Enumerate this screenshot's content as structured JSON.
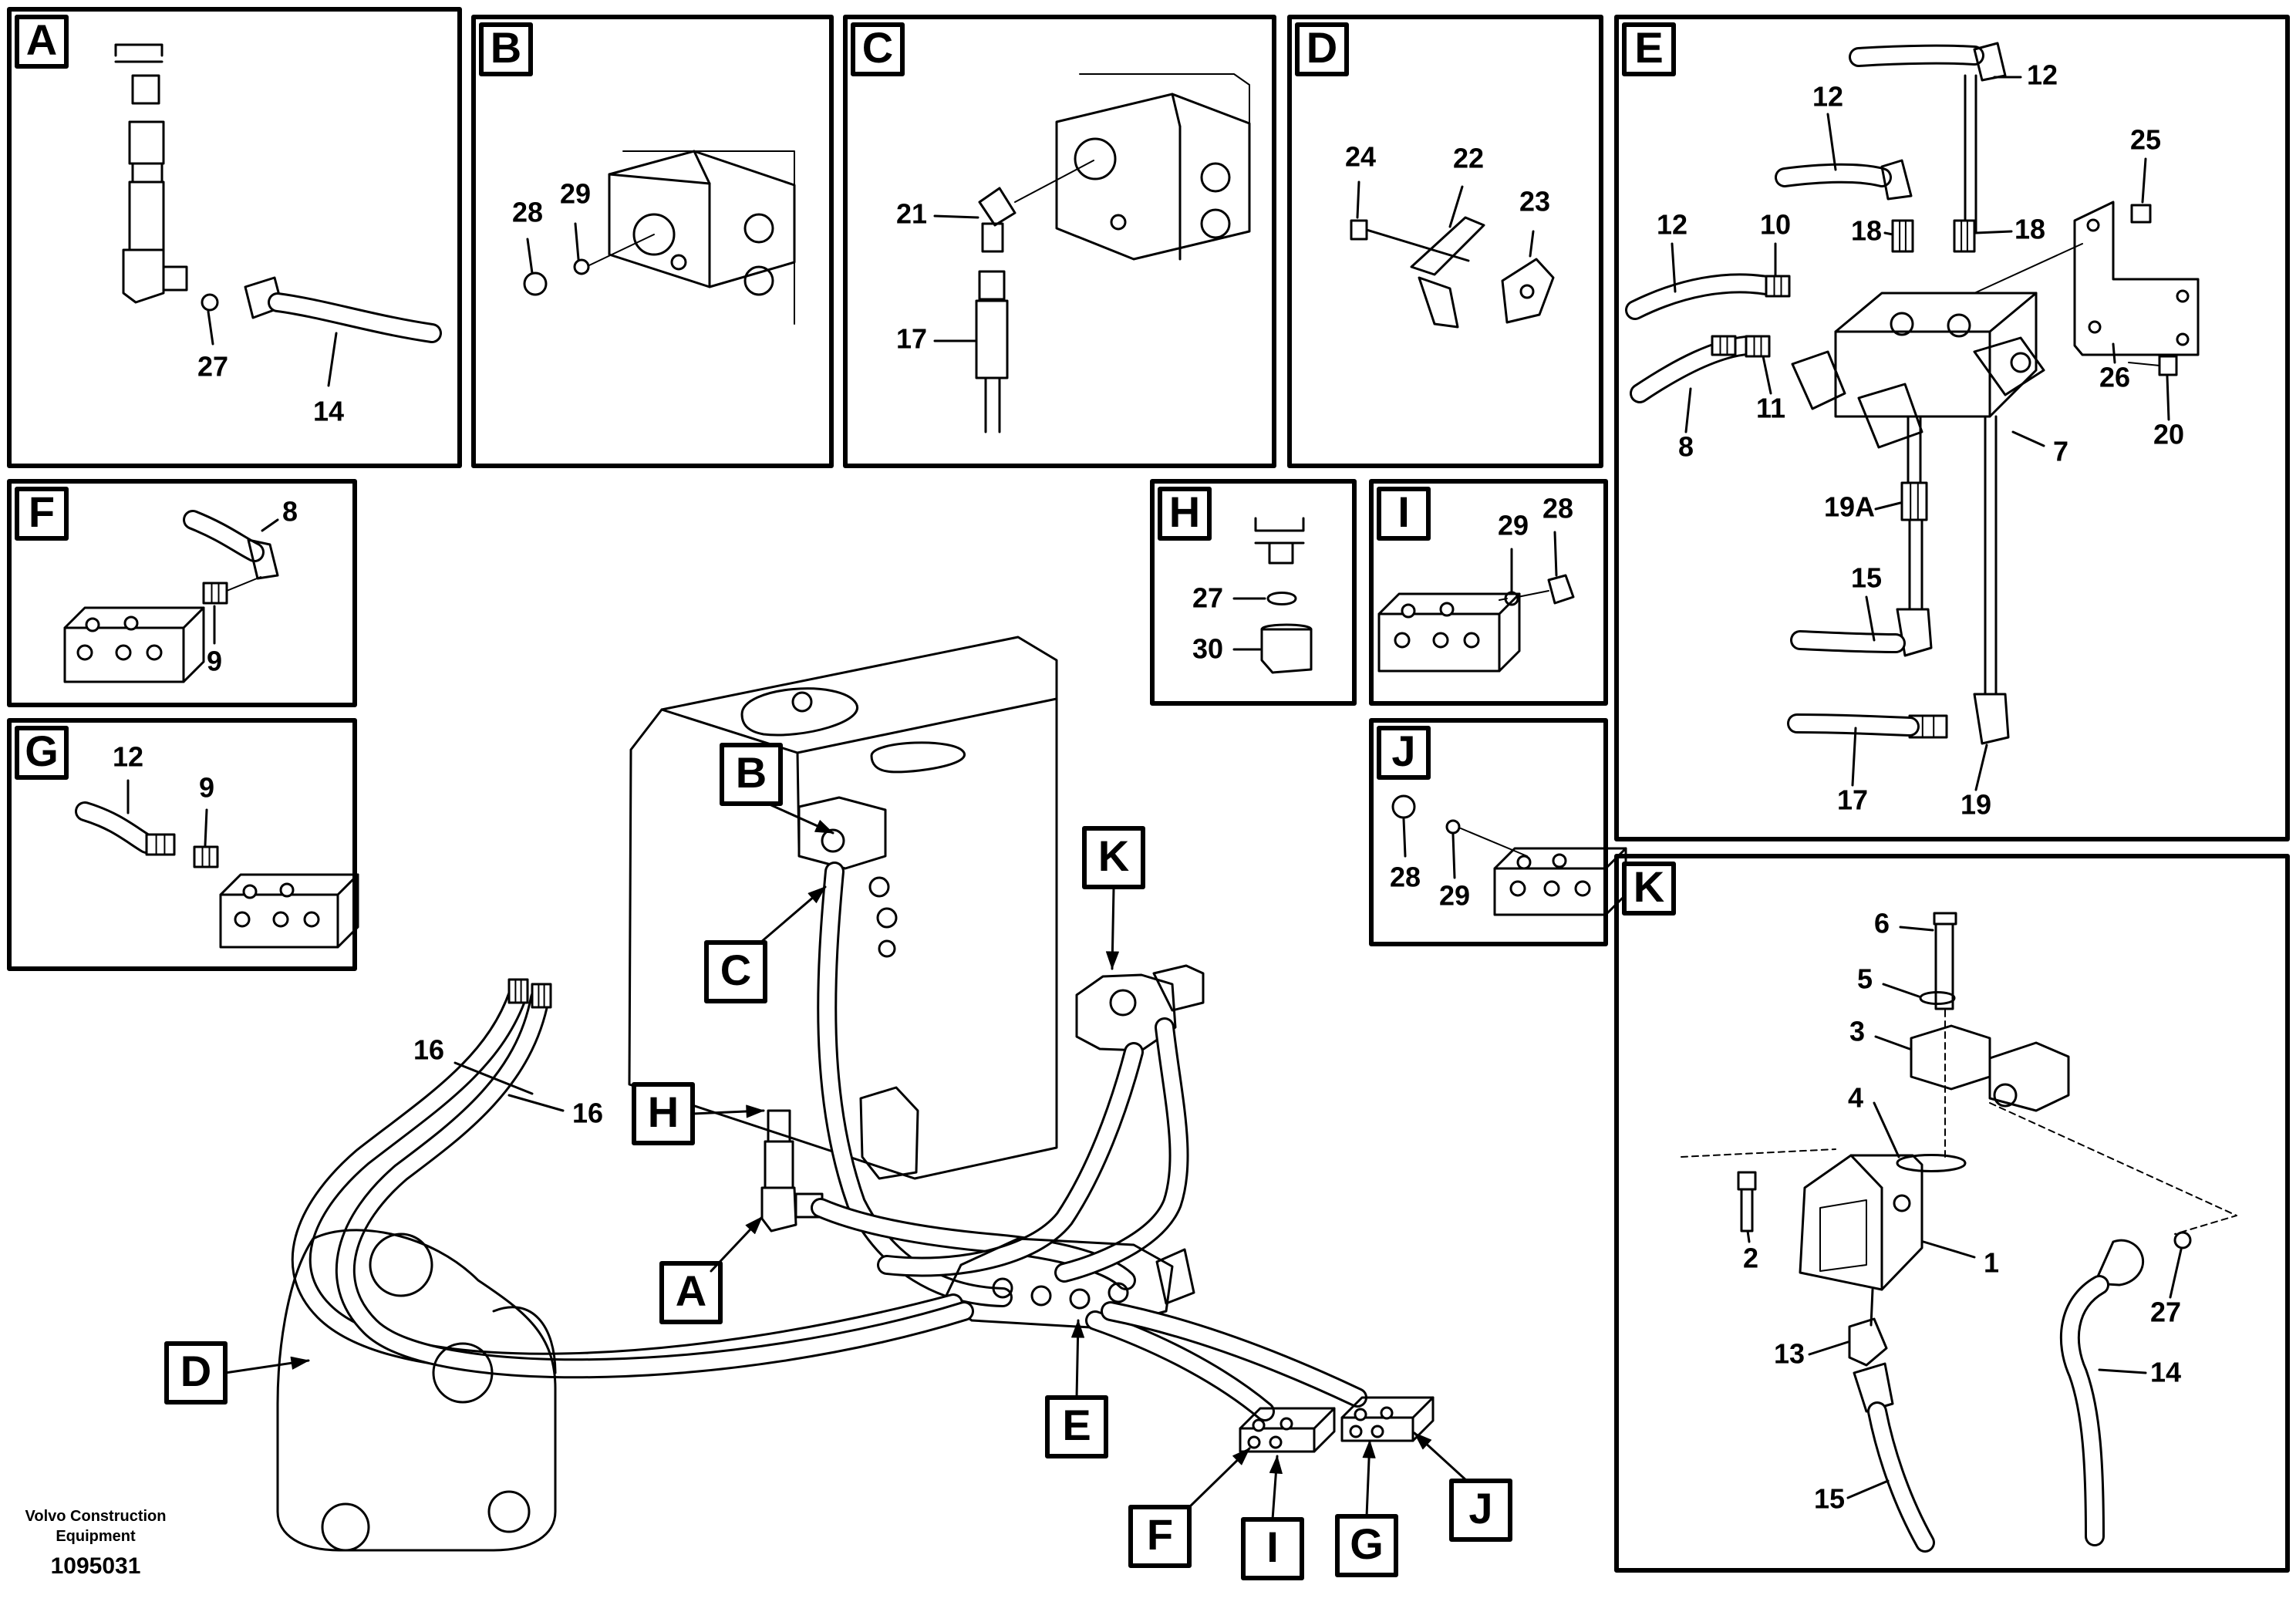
{
  "colors": {
    "stroke": "#000000",
    "background": "#ffffff"
  },
  "panels": {
    "A": {
      "letter": "A",
      "labels": [
        "27",
        "14"
      ]
    },
    "B": {
      "letter": "B",
      "labels": [
        "28",
        "29"
      ]
    },
    "C": {
      "letter": "C",
      "labels": [
        "21",
        "17"
      ]
    },
    "D": {
      "letter": "D",
      "labels": [
        "24",
        "22",
        "23"
      ]
    },
    "E": {
      "letter": "E",
      "labels": [
        "12",
        "12",
        "12",
        "10",
        "18",
        "18",
        "25",
        "11",
        "8",
        "7",
        "26",
        "20",
        "19A",
        "15",
        "17",
        "19"
      ]
    },
    "F": {
      "letter": "F",
      "labels": [
        "8",
        "9"
      ]
    },
    "G": {
      "letter": "G",
      "labels": [
        "12",
        "9"
      ]
    },
    "H": {
      "letter": "H",
      "labels": [
        "27",
        "30"
      ]
    },
    "I": {
      "letter": "I",
      "labels": [
        "29",
        "28"
      ]
    },
    "J": {
      "letter": "J",
      "labels": [
        "28",
        "29"
      ]
    },
    "K": {
      "letter": "K",
      "labels": [
        "6",
        "5",
        "3",
        "4",
        "2",
        "1",
        "27",
        "13",
        "14",
        "15"
      ]
    }
  },
  "overview": {
    "callouts": [
      "B",
      "C",
      "K",
      "H",
      "A",
      "D",
      "E",
      "F",
      "I",
      "G",
      "J"
    ],
    "labels": [
      "16",
      "16"
    ]
  },
  "footer": {
    "brand_line1": "Volvo Construction",
    "brand_line2": "Equipment",
    "doc_number": "1095031"
  }
}
